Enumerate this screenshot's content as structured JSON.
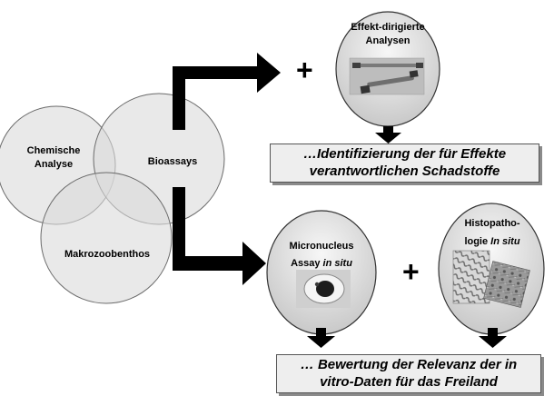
{
  "venn": {
    "chemistry": {
      "line1": "Chemische",
      "line2": "Analyse"
    },
    "bioassays": "Bioassays",
    "macrozoobenthos": "Makrozoobenthos"
  },
  "effect_directed": {
    "line1": "Effekt-dirigierte",
    "line2": "Analysen"
  },
  "micronucleus": {
    "line1": "Micronucleus",
    "line2_plain": "Assay ",
    "line2_italic": "in situ"
  },
  "histopathology": {
    "line1": "Histopatho-",
    "line2_plain": "logie ",
    "line2_italic": "In situ"
  },
  "plus_symbol": "+",
  "box_identify": {
    "line1": "…Identifizierung der für Effekte",
    "line2": "verantwortlichen Schadstoffe"
  },
  "box_relevance": {
    "line1": "… Bewertung der Relevanz der in",
    "line2": "vitro-Daten für das Freiland"
  }
}
